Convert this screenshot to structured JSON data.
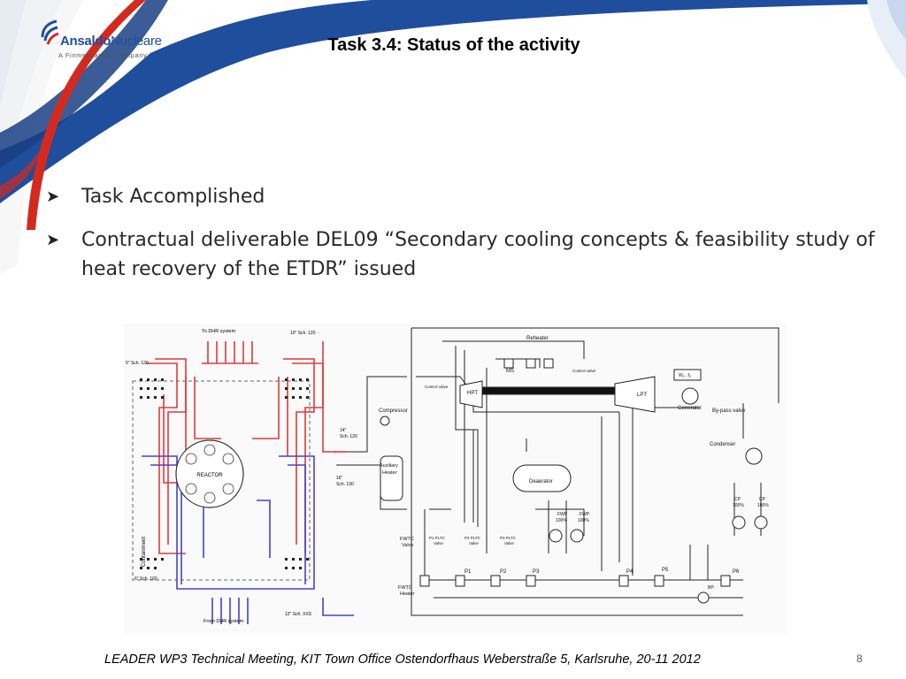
{
  "header": {
    "logo_name_bold": "Ansaldo",
    "logo_name_light": "Nucleare",
    "logo_subtitle": "A Finmeccanica Company",
    "title": "Task 3.4: Status of the activity"
  },
  "bullets": [
    {
      "text": "Task Accomplished"
    },
    {
      "text": "Contractual deliverable DEL09 “Secondary cooling concepts & feasibility study of heat recovery of the ETDR” issued"
    }
  ],
  "diagram": {
    "labels": {
      "to_dhr": "To DHR system",
      "from_dhr": "From DHR system",
      "reactor": "REACTOR",
      "containment": "Containment",
      "pipe_10": "10\" Sch. 120",
      "pipe_5": "5\" Sch. 120",
      "pipe_14a": "14\"",
      "pipe_14b": "Sch. 120",
      "pipe_16a": "16\"",
      "pipe_16b": "Sch. 130",
      "pipe_6": "6\" Sch. 160",
      "pipe_12": "12\" Sch. XXS",
      "reheater": "Reheater",
      "ms": "MS",
      "hpt": "HPT",
      "lpt": "LPT",
      "generator": "Generator",
      "bypass": "By-pass valve",
      "condenser": "Condenser",
      "compressor": "Compressor",
      "aux_heater_1": "Auxiliary",
      "aux_heater_2": "Heater",
      "deaerator": "Deaerator",
      "control_valve_1": "Control valve",
      "control_valve_2": "Control valve",
      "fwp1": "FWP",
      "fwp1b": "100%",
      "fwp2": "FWP",
      "fwp2b": "100%",
      "cp1": "CP",
      "cp1b": "100%",
      "cp2": "CP",
      "cp2b": "100%",
      "fwtc_valve_1": "FWTC",
      "fwtc_valve_2": "Valve",
      "fwtc_heater_1": "FWTC",
      "fwtc_heater_2": "Heater",
      "p1_pltc": "P1 PLTC",
      "p2_pltc": "P2 PLTC",
      "p3_pltc": "P3 PLTC",
      "valve": "Valve",
      "p1": "P1",
      "p2": "P2",
      "p3": "P3",
      "p4": "P4",
      "p5": "P5",
      "p6": "P6",
      "bp": "BP",
      "wf": "Wₑ ; fₑ"
    }
  },
  "footer": {
    "text": "LEADER WP3 Technical Meeting, KIT Town Office Ostendorfhaus Weberstraße 5, Karlsruhe, 20-11 2012",
    "page": "8"
  },
  "colors": {
    "swoosh_blue": "#1f4e9c",
    "swoosh_red": "#d32a1f",
    "pipe_red": "#e03a3a",
    "pipe_blue": "#4a3fd0"
  }
}
